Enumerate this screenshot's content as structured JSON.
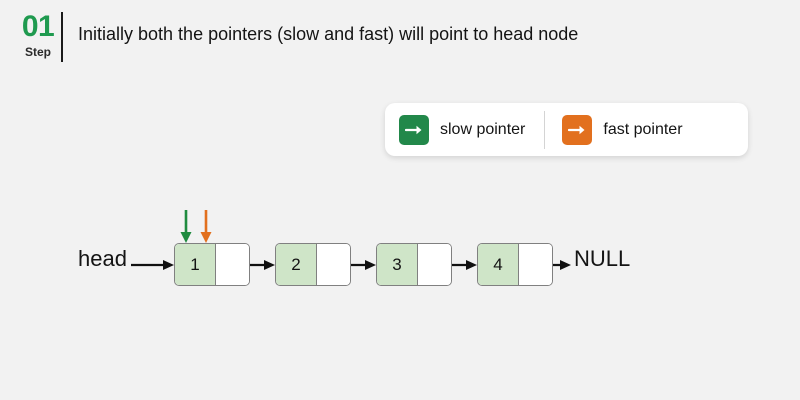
{
  "page": {
    "background_color": "#f2f2f2",
    "accent_green": "#1f9a4f",
    "accent_orange": "#e2701e",
    "node_fill": "#cfe5c8"
  },
  "header": {
    "step_number": "01",
    "step_word": "Step",
    "title": "Initially both the pointers (slow and fast) will point to head node"
  },
  "legend": {
    "items": [
      {
        "label": "slow pointer",
        "color": "#22884a",
        "icon": "arrow-right-icon"
      },
      {
        "label": "fast pointer",
        "color": "#e2701e",
        "icon": "arrow-right-icon"
      }
    ]
  },
  "diagram": {
    "head_label": "head",
    "null_label": "NULL",
    "nodes": [
      {
        "value": "1"
      },
      {
        "value": "2"
      },
      {
        "value": "3"
      },
      {
        "value": "4"
      }
    ],
    "pointers": [
      {
        "name": "slow",
        "color": "#1f8b3f",
        "target_node_index": 0
      },
      {
        "name": "fast",
        "color": "#e2701e",
        "target_node_index": 0
      }
    ]
  }
}
